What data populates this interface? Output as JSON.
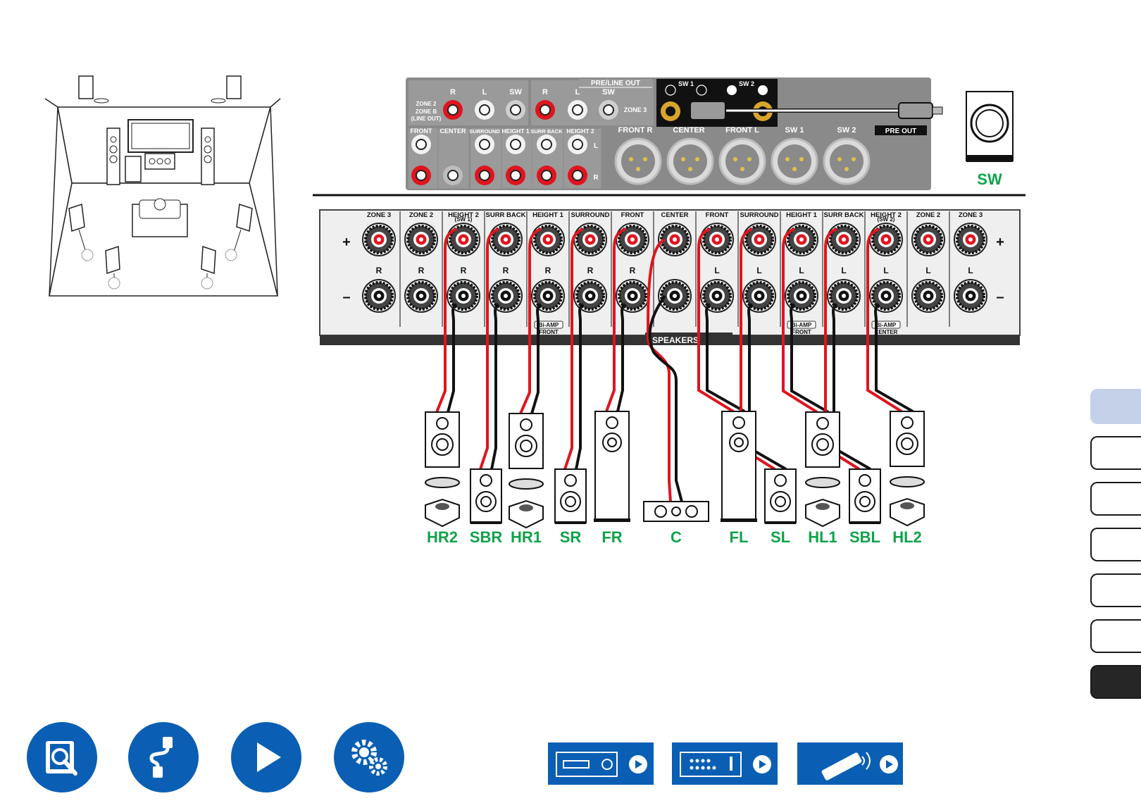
{
  "preout_panel": {
    "pre_line_out": "PRE/LINE OUT",
    "zone2_lines": [
      "ZONE 2",
      "ZONE B",
      "(LINE OUT)"
    ],
    "zone3": "ZONE 3",
    "rca_top_labels": [
      "R",
      "L",
      "SW",
      "R",
      "L",
      "SW"
    ],
    "sw1": "SW 1",
    "sw2": "SW 2",
    "rca_bottom_labels": [
      "FRONT",
      "CENTER",
      "SURROUND",
      "HEIGHT 1",
      "SURR BACK",
      "HEIGHT 2"
    ],
    "l": "L",
    "r": "R",
    "xlr_labels": [
      "FRONT R",
      "CENTER",
      "FRONT L",
      "SW 1",
      "SW 2"
    ],
    "pre_out": "PRE OUT"
  },
  "subwoofer": {
    "label": "SW"
  },
  "terminals": {
    "top_labels": [
      "ZONE 3",
      "ZONE 2",
      "HEIGHT 2",
      "SURR BACK",
      "HEIGHT 1",
      "SURROUND",
      "FRONT",
      "CENTER",
      "FRONT",
      "SURROUND",
      "HEIGHT 1",
      "SURR BACK",
      "HEIGHT 2",
      "ZONE 2",
      "ZONE 3"
    ],
    "sw1_note": "(SW 1)",
    "sw2_note": "(SW 2)",
    "channel_letters": [
      "R",
      "R",
      "R",
      "R",
      "R",
      "R",
      "R",
      "",
      "L",
      "L",
      "L",
      "L",
      "L",
      "L",
      "L"
    ],
    "plus": "+",
    "minus": "–",
    "biamp": "Bi-AMP",
    "biamp_targets": [
      "FRONT",
      "FRONT",
      "CENTER"
    ],
    "speakers": "SPEAKERS"
  },
  "speakers": [
    "HR2",
    "SBR",
    "HR1",
    "SR",
    "FR",
    "C",
    "FL",
    "SL",
    "HL1",
    "SBL",
    "HL2"
  ],
  "colors": {
    "accent_blue": "#0a5fb4",
    "label_green": "#10a24a",
    "wire_red": "#e0141e",
    "tab_active": "#c5d1e8"
  },
  "nav_icons": [
    "manual-icon",
    "connection-icon",
    "playback-icon",
    "setup-icon"
  ],
  "model_buttons": [
    "receiver-front-icon",
    "receiver-rear-icon",
    "remote-control-icon"
  ]
}
